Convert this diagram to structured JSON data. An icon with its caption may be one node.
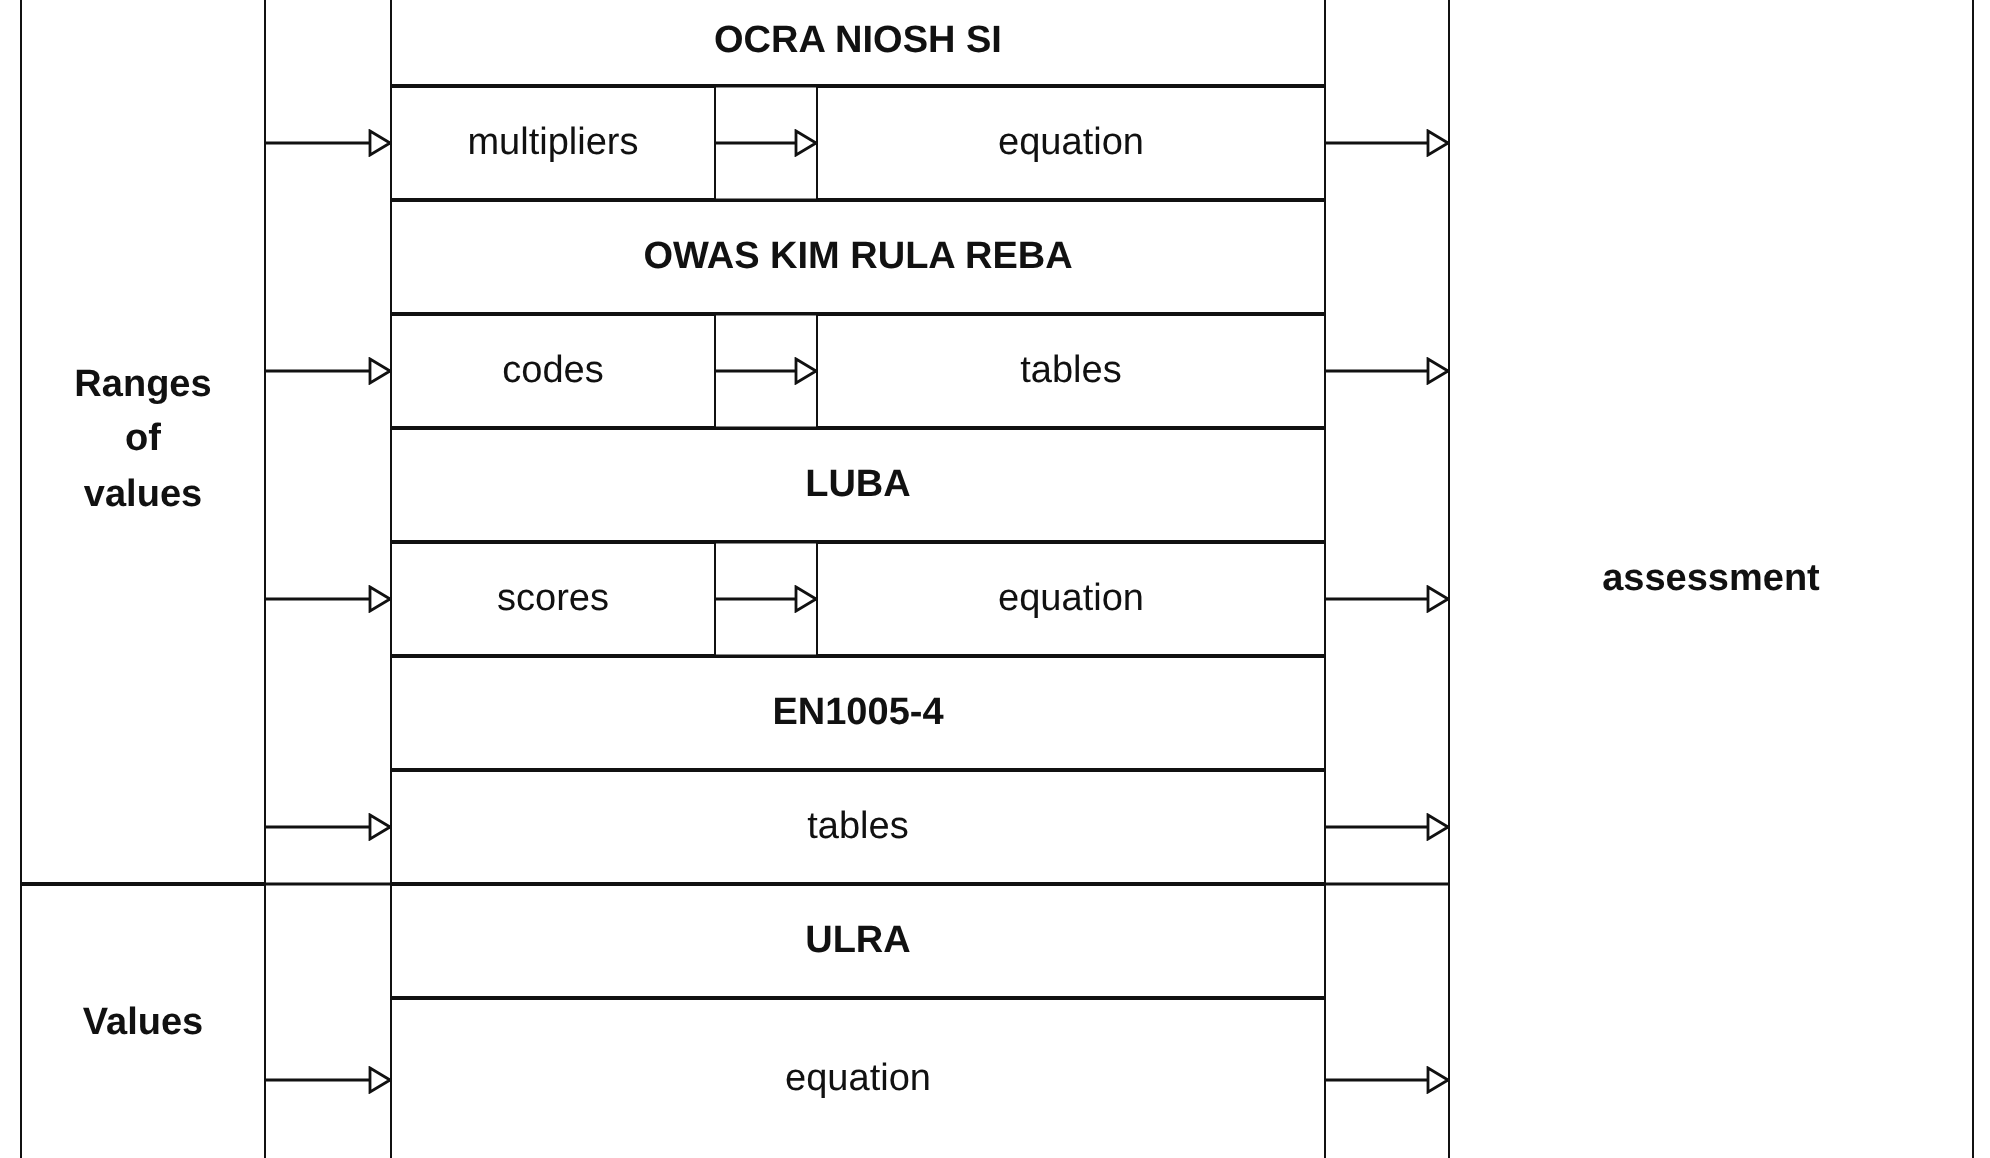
{
  "diagram": {
    "nodes": [
      {
        "text": [
          "Ranges of values"
        ]
      },
      {
        "text": [
          "OCRA NIOSH SI"
        ]
      },
      {
        "text": [
          "multipliers"
        ]
      },
      {
        "text": [
          "equation"
        ]
      },
      {
        "text": [
          "OWAS KIM RULA REBA"
        ]
      },
      {
        "text": [
          "codes"
        ]
      },
      {
        "text": [
          "tables"
        ]
      },
      {
        "text": [
          "LUBA"
        ]
      },
      {
        "text": [
          "scores"
        ]
      },
      {
        "text": [
          "equation"
        ]
      },
      {
        "text": [
          "EN1005-4"
        ]
      },
      {
        "text": [
          "tables"
        ]
      },
      {
        "text": [
          "Values"
        ]
      },
      {
        "text": [
          "ULRA"
        ]
      },
      {
        "text": [
          "equation"
        ]
      },
      {
        "text": [
          "assessment"
        ]
      }
    ],
    "edges": [
      {
        "from": 0,
        "to": 2,
        "arrow": "to"
      },
      {
        "from": 2,
        "to": 3,
        "arrow": "to"
      },
      {
        "from": 3,
        "to": 15,
        "arrow": "to"
      },
      {
        "from": 0,
        "to": 5,
        "arrow": "to"
      },
      {
        "from": 5,
        "to": 6,
        "arrow": "to"
      },
      {
        "from": 6,
        "to": 15,
        "arrow": "to"
      },
      {
        "from": 0,
        "to": 8,
        "arrow": "to"
      },
      {
        "from": 8,
        "to": 9,
        "arrow": "to"
      },
      {
        "from": 9,
        "to": 15,
        "arrow": "to"
      },
      {
        "from": 0,
        "to": 11,
        "arrow": "to"
      },
      {
        "from": 11,
        "to": 15,
        "arrow": "to"
      },
      {
        "from": 12,
        "to": 14,
        "arrow": "to"
      },
      {
        "from": 14,
        "to": 15,
        "arrow": "to"
      }
    ]
  }
}
